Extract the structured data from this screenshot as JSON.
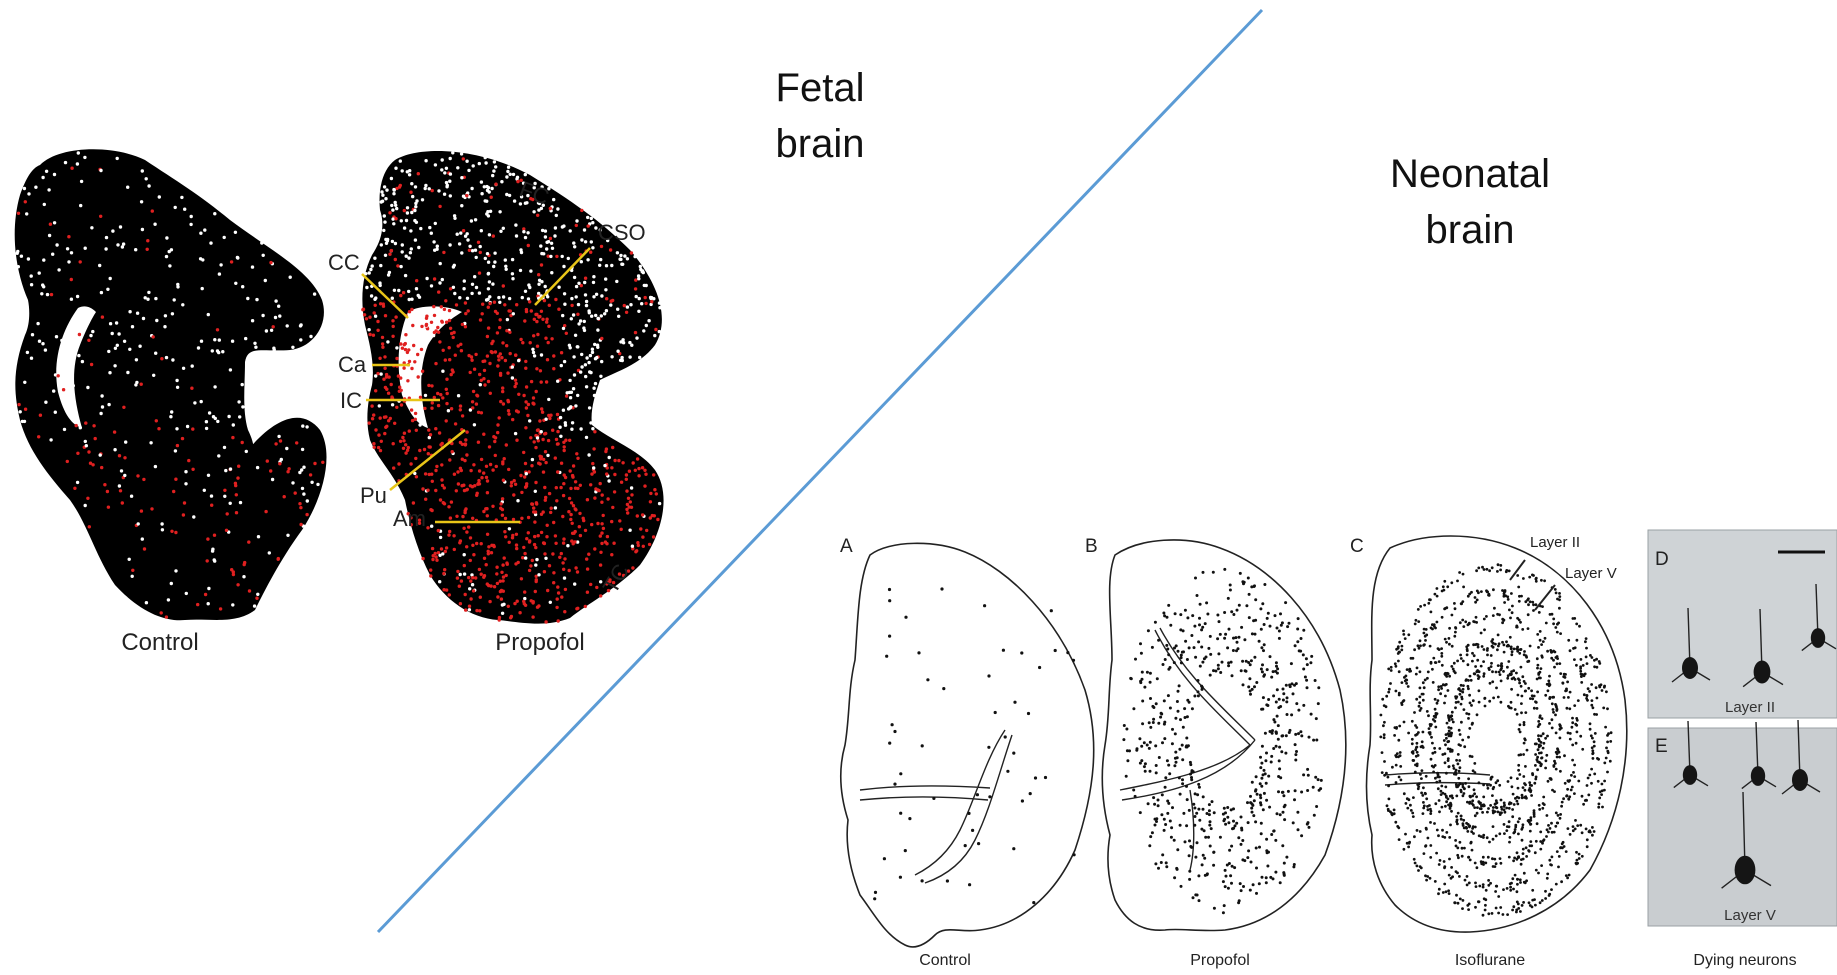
{
  "headings": {
    "fetal": [
      "Fetal",
      "brain"
    ],
    "neonatal": [
      "Neonatal",
      "brain"
    ]
  },
  "fetal_panels": {
    "control_caption": "Control",
    "propofol_caption": "Propofol",
    "region_labels": [
      "FC",
      "CSO",
      "CC",
      "Ca",
      "IC",
      "Pu",
      "Am",
      "TC"
    ],
    "label_line_color": "#e8c518",
    "dot_colors": {
      "apoptotic": "#e02020",
      "white": "#ffffff"
    },
    "silhouette_color": "#000000"
  },
  "neonatal_panels": {
    "panel_letters": [
      "A",
      "B",
      "C",
      "D",
      "E"
    ],
    "captions": [
      "Control",
      "Propofol",
      "Isoflurane",
      "Dying neurons"
    ],
    "layer_labels": [
      "Layer II",
      "Layer V"
    ],
    "micrograph_labels": [
      "Layer II",
      "Layer V"
    ]
  },
  "divider": {
    "color": "#5b9bd5"
  }
}
